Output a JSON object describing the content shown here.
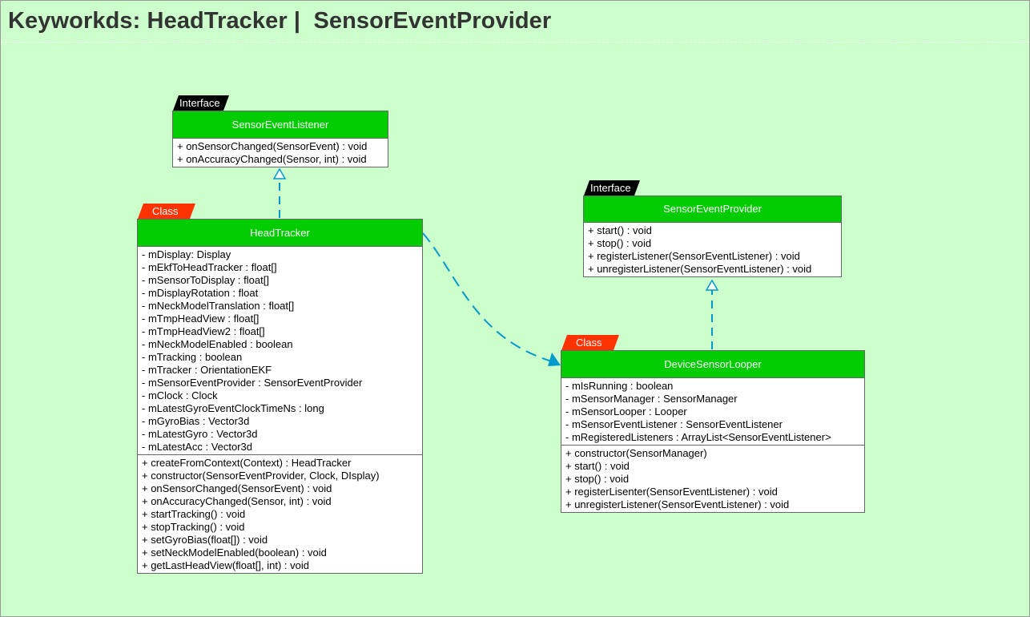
{
  "title": "Keyworkds: HeadTracker |  SensorEventProvider",
  "colors": {
    "background": "#ccffcc",
    "header": "#00cc00",
    "interface_tag": "#000000",
    "class_tag": "#ff3300",
    "connector": "#0099cc"
  },
  "nodes": {
    "sensor_event_listener": {
      "stereotype": "Interface",
      "name": "SensorEventListener",
      "attributes": [],
      "methods": [
        "+ onSensorChanged(SensorEvent) : void",
        "+ onAccuracyChanged(Sensor, int) : void"
      ]
    },
    "sensor_event_provider": {
      "stereotype": "Interface",
      "name": "SensorEventProvider",
      "attributes": [],
      "methods": [
        "+ start() : void",
        "+ stop() : void",
        "+ registerListener(SensorEventListener) : void",
        "+ unregisterListener(SensorEventListener) : void"
      ]
    },
    "head_tracker": {
      "stereotype": "Class",
      "name": "HeadTracker",
      "attributes": [
        "- mDisplay: Display",
        "- mEkfToHeadTracker : float[]",
        "- mSensorToDisplay : float[]",
        "- mDisplayRotation : float",
        "- mNeckModelTranslation : float[]",
        "- mTmpHeadView : float[]",
        "- mTmpHeadView2 : float[]",
        "- mNeckModelEnabled : boolean",
        "- mTracking : boolean",
        "- mTracker : OrientationEKF",
        "- mSensorEventProvider : SensorEventProvider",
        "- mClock : Clock",
        "- mLatestGyroEventClockTimeNs : long",
        "- mGyroBias : Vector3d",
        "- mLatestGyro : Vector3d",
        "- mLatestAcc : Vector3d"
      ],
      "methods": [
        "+ createFromContext(Context) : HeadTracker",
        "+ constructor(SensorEventProvider, Clock, DIsplay)",
        "+ onSensorChanged(SensorEvent) : void",
        "+ onAccuracyChanged(Sensor, int) : void",
        "+ startTracking() : void",
        "+ stopTracking() : void",
        "+ setGyroBias(float[]) : void",
        "+ setNeckModelEnabled(boolean) : void",
        "+ getLastHeadView(float[], int) : void"
      ]
    },
    "device_sensor_looper": {
      "stereotype": "Class",
      "name": "DeviceSensorLooper",
      "attributes": [
        "- mIsRunning : boolean",
        "- mSensorManager : SensorManager",
        "- mSensorLooper : Looper",
        "- mSensorEventListener : SensorEventListener",
        "- mRegisteredListeners : ArrayList<SensorEventListener>"
      ],
      "methods": [
        "+ constructor(SensorManager)",
        "+ start() : void",
        "+ stop() : void",
        "+ registerLisenter(SensorEventListener) : void",
        "+ unregisterListener(SensorEventListener) : void"
      ]
    }
  }
}
